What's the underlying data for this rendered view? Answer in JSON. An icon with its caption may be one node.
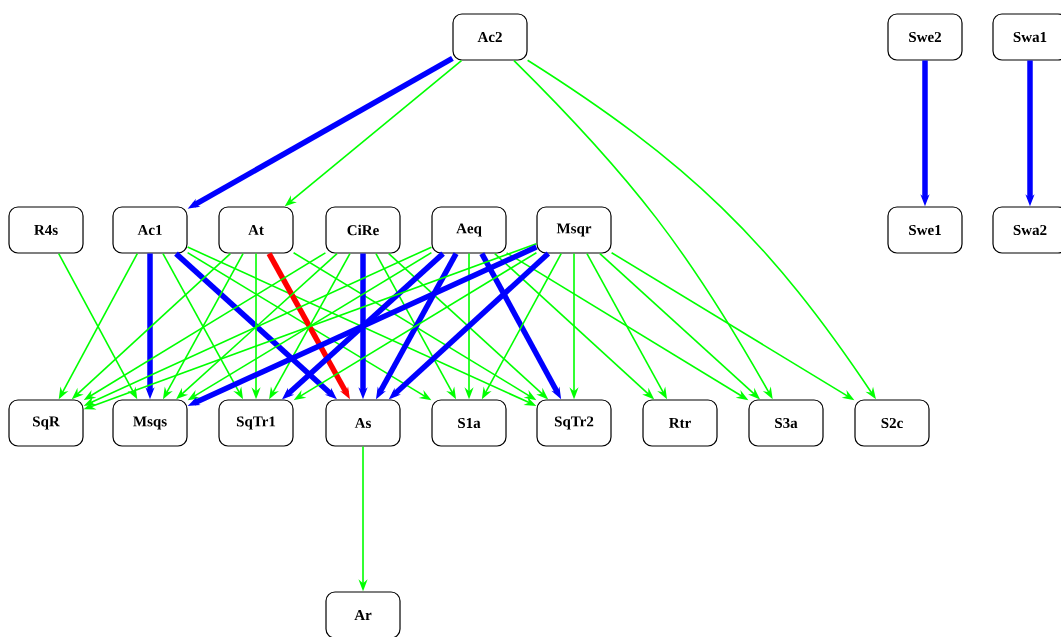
{
  "diagram": {
    "nodes": [
      {
        "text": [
          "Ac2"
        ]
      },
      {
        "text": [
          "Swe2"
        ]
      },
      {
        "text": [
          "Swa1"
        ]
      },
      {
        "text": [
          "R4s"
        ]
      },
      {
        "text": [
          "Ac1"
        ]
      },
      {
        "text": [
          "At"
        ]
      },
      {
        "text": [
          "CiRe"
        ]
      },
      {
        "text": [
          "Aeq"
        ]
      },
      {
        "text": [
          "Msqr"
        ]
      },
      {
        "text": [
          "Swe1"
        ]
      },
      {
        "text": [
          "Swa2"
        ]
      },
      {
        "text": [
          "SqR"
        ]
      },
      {
        "text": [
          "Msqs"
        ]
      },
      {
        "text": [
          "SqTr1"
        ]
      },
      {
        "text": [
          "As"
        ]
      },
      {
        "text": [
          "S1a"
        ]
      },
      {
        "text": [
          "SqTr2"
        ]
      },
      {
        "text": [
          "Rtr"
        ]
      },
      {
        "text": [
          "S3a"
        ]
      },
      {
        "text": [
          "S2c"
        ]
      },
      {
        "text": [
          "Ar"
        ]
      }
    ],
    "edges": [
      {
        "from": 0,
        "to": 4,
        "arrow": "to",
        "style": "thick",
        "color": "#0000ff"
      },
      {
        "from": 0,
        "to": 5,
        "arrow": "to"
      },
      {
        "from": 0,
        "to": 18,
        "arrow": "to"
      },
      {
        "from": 0,
        "to": 19,
        "arrow": "to"
      },
      {
        "from": 1,
        "to": 9,
        "arrow": "to",
        "style": "thick",
        "color": "#0000ff"
      },
      {
        "from": 2,
        "to": 10,
        "arrow": "to",
        "style": "thick",
        "color": "#0000ff"
      },
      {
        "from": 3,
        "to": 12,
        "arrow": "to"
      },
      {
        "from": 4,
        "to": 11,
        "arrow": "to"
      },
      {
        "from": 4,
        "to": 12,
        "arrow": "to",
        "style": "thick",
        "color": "#0000ff"
      },
      {
        "from": 4,
        "to": 13,
        "arrow": "to"
      },
      {
        "from": 4,
        "to": 14,
        "arrow": "to",
        "style": "thick",
        "color": "#0000ff"
      },
      {
        "from": 4,
        "to": 15,
        "arrow": "to"
      },
      {
        "from": 4,
        "to": 16,
        "arrow": "to"
      },
      {
        "from": 5,
        "to": 11,
        "arrow": "to"
      },
      {
        "from": 5,
        "to": 12,
        "arrow": "to"
      },
      {
        "from": 5,
        "to": 13,
        "arrow": "to"
      },
      {
        "from": 5,
        "to": 14,
        "arrow": "to",
        "style": "thick",
        "color": "#ff0000"
      },
      {
        "from": 5,
        "to": 16,
        "arrow": "to"
      },
      {
        "from": 6,
        "to": 11,
        "arrow": "to"
      },
      {
        "from": 6,
        "to": 12,
        "arrow": "to"
      },
      {
        "from": 6,
        "to": 13,
        "arrow": "to"
      },
      {
        "from": 6,
        "to": 14,
        "arrow": "to",
        "style": "thick",
        "color": "#0000ff"
      },
      {
        "from": 6,
        "to": 15,
        "arrow": "to"
      },
      {
        "from": 6,
        "to": 16,
        "arrow": "to"
      },
      {
        "from": 7,
        "to": 11,
        "arrow": "to"
      },
      {
        "from": 7,
        "to": 12,
        "arrow": "to"
      },
      {
        "from": 7,
        "to": 13,
        "arrow": "to",
        "style": "thick",
        "color": "#0000ff"
      },
      {
        "from": 7,
        "to": 14,
        "arrow": "to",
        "style": "thick",
        "color": "#0000ff"
      },
      {
        "from": 7,
        "to": 15,
        "arrow": "to"
      },
      {
        "from": 7,
        "to": 16,
        "arrow": "to",
        "style": "thick",
        "color": "#0000ff"
      },
      {
        "from": 7,
        "to": 17,
        "arrow": "to"
      },
      {
        "from": 7,
        "to": 18,
        "arrow": "to"
      },
      {
        "from": 8,
        "to": 11,
        "arrow": "to"
      },
      {
        "from": 8,
        "to": 12,
        "arrow": "to",
        "style": "thick",
        "color": "#0000ff"
      },
      {
        "from": 8,
        "to": 13,
        "arrow": "to"
      },
      {
        "from": 8,
        "to": 14,
        "arrow": "to",
        "style": "thick",
        "color": "#0000ff"
      },
      {
        "from": 8,
        "to": 15,
        "arrow": "to"
      },
      {
        "from": 8,
        "to": 16,
        "arrow": "to"
      },
      {
        "from": 8,
        "to": 17,
        "arrow": "to"
      },
      {
        "from": 8,
        "to": 18,
        "arrow": "to"
      },
      {
        "from": 8,
        "to": 19,
        "arrow": "to"
      },
      {
        "from": 14,
        "to": 20,
        "arrow": "to"
      }
    ]
  }
}
